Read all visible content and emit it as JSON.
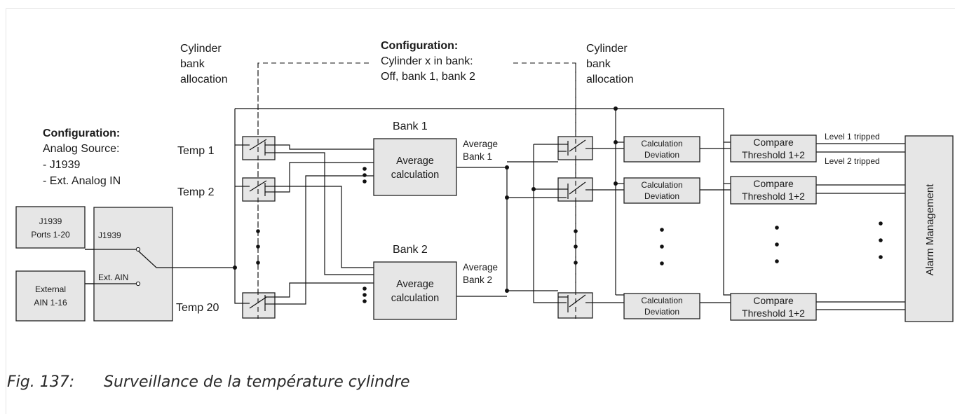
{
  "diagram": {
    "cyl_alloc_left": [
      "Cylinder",
      "bank",
      "allocation"
    ],
    "cyl_alloc_right": [
      "Cylinder",
      "bank",
      "allocation"
    ],
    "config_top": {
      "title": "Configuration:",
      "lines": [
        "Cylinder x in bank:",
        "Off, bank 1, bank 2"
      ]
    },
    "config_left": {
      "title": "Configuration:",
      "lines": [
        "Analog Source:",
        "- J1939",
        "- Ext. Analog IN"
      ]
    },
    "j1939_box": [
      "J1939",
      "Ports 1-20"
    ],
    "external_box": [
      "External",
      "AIN 1-16"
    ],
    "source_switch": {
      "j1939": "J1939",
      "ext": "Ext. AIN"
    },
    "temps": {
      "t1": "Temp 1",
      "t2": "Temp 2",
      "t20": "Temp 20"
    },
    "bank1": {
      "title": "Bank 1",
      "box": [
        "Average",
        "calculation"
      ],
      "out": [
        "Average",
        "Bank 1"
      ]
    },
    "bank2": {
      "title": "Bank 2",
      "box": [
        "Average",
        "calculation"
      ],
      "out": [
        "Average",
        "Bank 2"
      ]
    },
    "deviation": [
      "Calculation",
      "Deviation"
    ],
    "compare": [
      "Compare",
      "Threshold 1+2"
    ],
    "level1": "Level 1 tripped",
    "level2": "Level 2 tripped",
    "alarm": "Alarm Management"
  },
  "caption": {
    "number": "Fig. 137:",
    "title": "Surveillance de la température cylindre"
  }
}
